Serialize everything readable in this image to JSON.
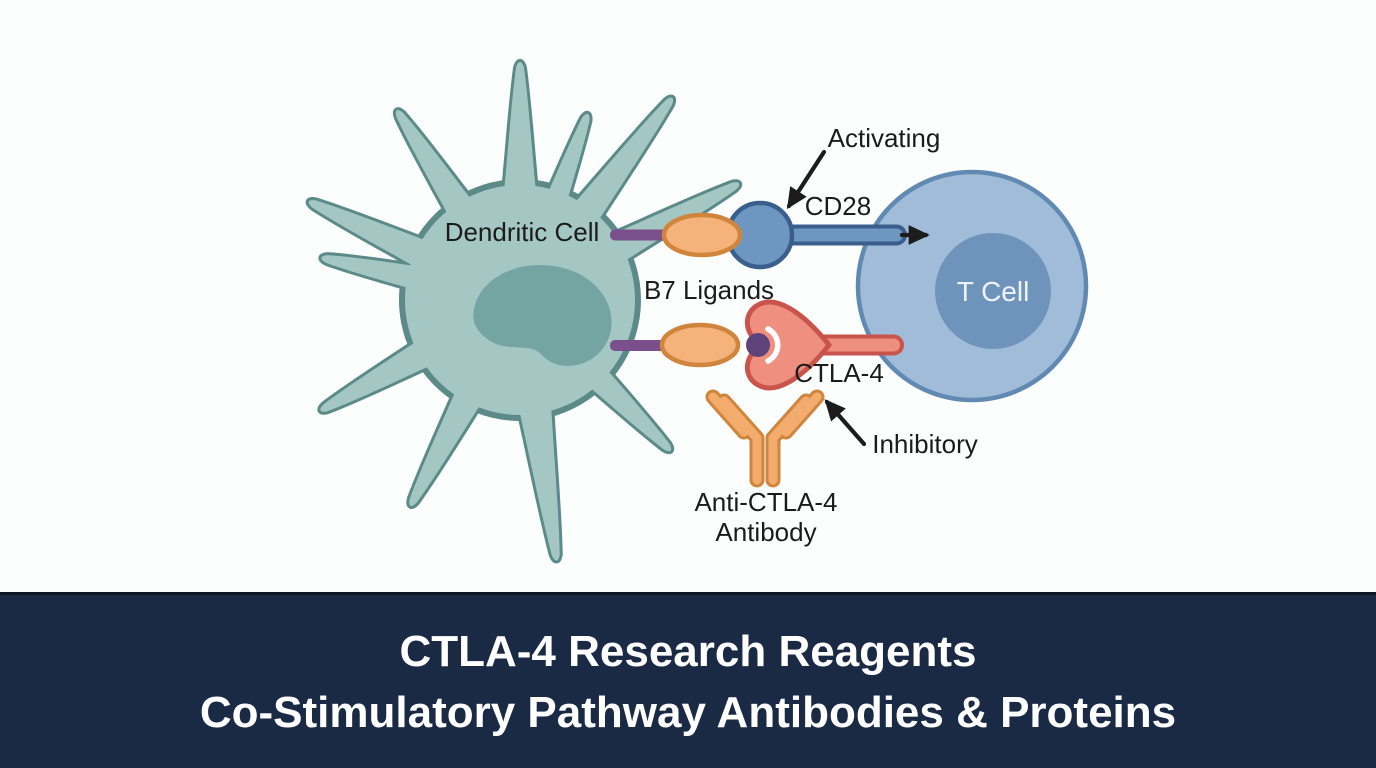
{
  "diagram": {
    "labels": {
      "dendritic_cell": "Dendritic Cell",
      "b7_ligands": "B7 Ligands",
      "cd28": "CD28",
      "activating": "Activating",
      "ctla4": "CTLA-4",
      "inhibitory": "Inhibitory",
      "antibody_line1": "Anti-CTLA-4",
      "antibody_line2": "Antibody",
      "t_cell": "T Cell"
    },
    "colors": {
      "background": "#fcfdfd",
      "dendritic_body": "#a5c7c4",
      "dendritic_outline": "#5b8a88",
      "dendritic_nucleus": "#74a5a2",
      "t_cell_body": "#a0bcd9",
      "t_cell_outline": "#6189b2",
      "t_cell_nucleus": "#6f94bc",
      "b7_ligand_fill": "#f5b27a",
      "b7_ligand_outline": "#d0853c",
      "stem_purple": "#7b4e8c",
      "cd28_fill": "#6d96c0",
      "cd28_outline": "#3a5f8c",
      "ctla4_fill": "#ef8f80",
      "ctla4_outline": "#c9544b",
      "ctla4_grip_purple": "#5d4379",
      "antibody_fill": "#f3ac6e",
      "antibody_outline": "#d0853c",
      "arrow_black": "#1c1c1c",
      "banner_bg": "#1a2a44",
      "banner_text": "#ffffff"
    }
  },
  "banner": {
    "line1": "CTLA-4 Research Reagents",
    "line2": "Co-Stimulatory Pathway Antibodies & Proteins"
  }
}
